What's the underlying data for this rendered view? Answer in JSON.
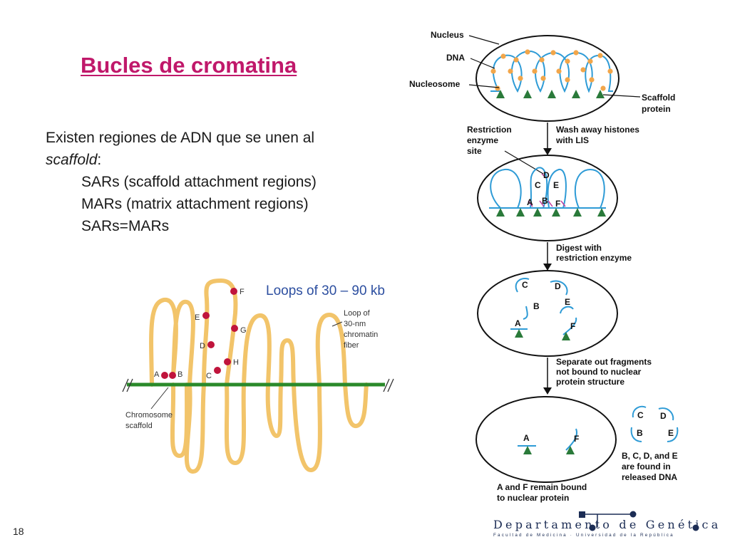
{
  "title": "Bucles de cromatina",
  "body": {
    "line1": "Existen regiones de ADN que se unen al",
    "line2_italic": "scaffold",
    "line2_rest": ":",
    "items": [
      "SARs (scaffold attachment regions)",
      "MARs (matrix attachment regions)",
      "SARs=MARs"
    ]
  },
  "loops_caption": "Loops of 30 – 90 kb",
  "left_figure": {
    "site_labels": [
      "A",
      "B",
      "C",
      "D",
      "E",
      "F",
      "G",
      "H"
    ],
    "loop_label": [
      "Loop of",
      "30-nm",
      "chromatin",
      "fiber"
    ],
    "scaffold_label": [
      "Chromosome",
      "scaffold"
    ],
    "colors": {
      "loop": "#f2c46a",
      "scaffold": "#2a8a2a",
      "site": "#c0143c"
    }
  },
  "right_figure": {
    "labels": {
      "nucleus": "Nucleus",
      "dna": "DNA",
      "nucleosome": "Nucleosome",
      "scaffold_protein": [
        "Scaffold",
        "protein"
      ],
      "restriction_site": [
        "Restriction",
        "enzyme",
        "site"
      ],
      "step1": [
        "Wash away histones",
        "with LIS"
      ],
      "step2": [
        "Digest with",
        "restriction enzyme"
      ],
      "step3": [
        "Separate out fragments",
        "not bound to nuclear",
        "protein structure"
      ],
      "released": [
        "B, C, D, and E",
        "are found in",
        "released DNA"
      ],
      "bound": [
        "A and F remain bound",
        "to nuclear protein"
      ]
    },
    "fragment_letters": [
      "A",
      "B",
      "C",
      "D",
      "E",
      "F"
    ],
    "colors": {
      "dna": "#2e9bd6",
      "histone": "#f2a64a",
      "scaffold": "#2a7a3a",
      "cut": "#c040a0"
    }
  },
  "footer": {
    "page_number": "18",
    "logo_text": "Departamento de Genética",
    "logo_subtext": "Facultad de Medicina · Universidad de la República",
    "logo_color": "#1c2d55"
  }
}
